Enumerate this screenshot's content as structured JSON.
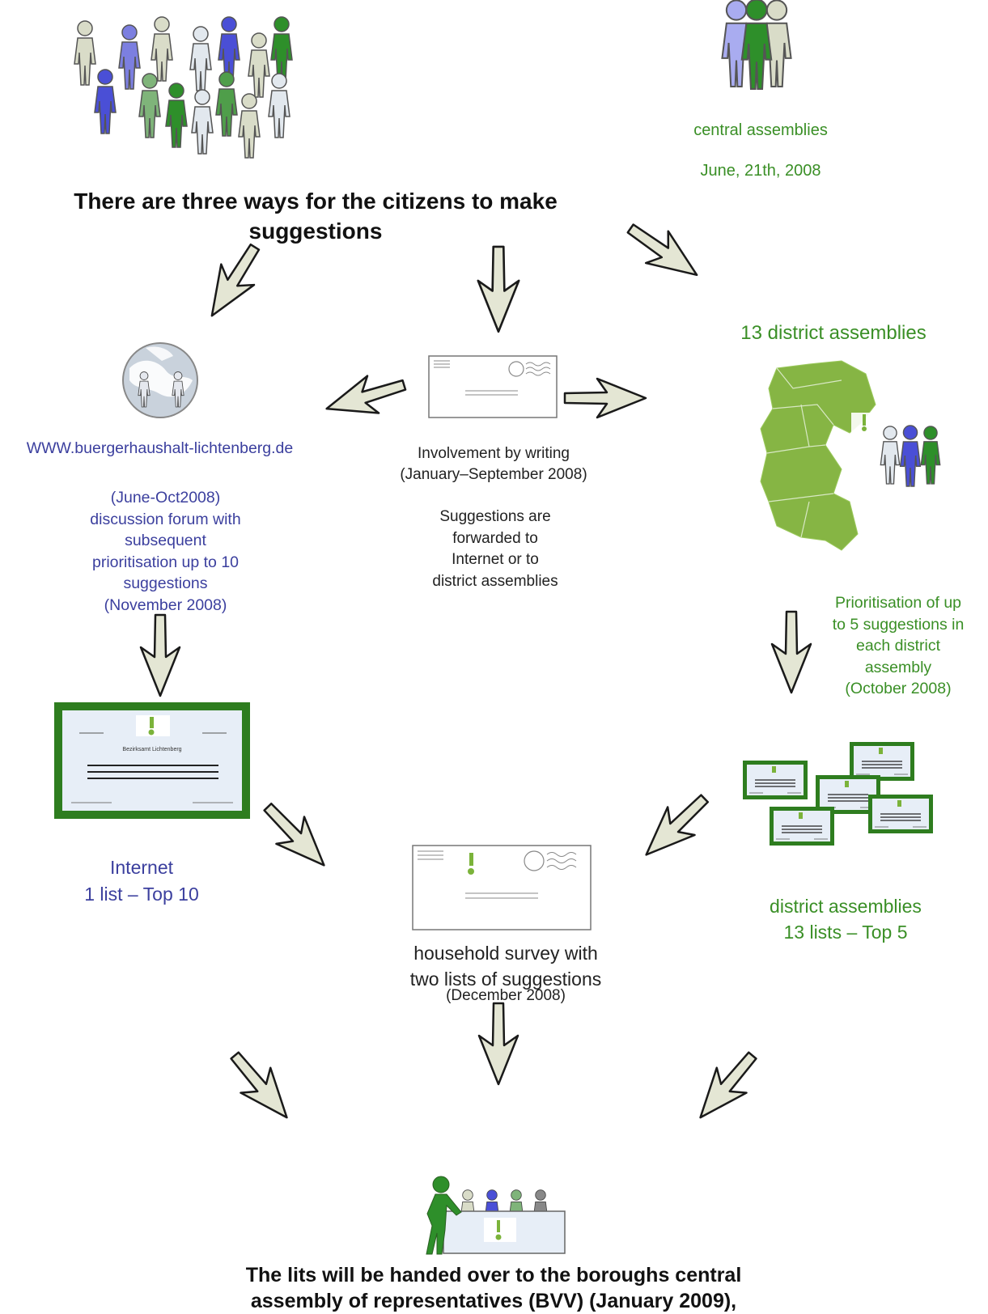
{
  "title": "There are three ways for the citizens to make\nsuggestions",
  "central": {
    "label": "central assemblies",
    "date": "June, 21th, 2008"
  },
  "district": {
    "heading": "13 district assemblies"
  },
  "internet": {
    "url": "WWW.buergerhaushalt-lichtenberg.de",
    "description": "(June-Oct2008)\ndiscussion forum with\nsubsequent\nprioritisation up to 10\nsuggestions\n(November 2008)",
    "certificate_label": "Bezirksamt Lichtenberg",
    "result": "Internet\n1 list – Top 10"
  },
  "writing": {
    "label": "Involvement by writing\n(January–September 2008)",
    "note": "Suggestions are\nforwarded to\nInternet or to\ndistrict assemblies"
  },
  "district_prioritisation": "Prioritisation of up\nto 5 suggestions in\neach district\nassembly\n(October 2008)",
  "district_result": "district assemblies\n13 lists – Top 5",
  "survey": {
    "label": "household survey with\ntwo lists of suggestions",
    "date": "(December 2008)"
  },
  "final": "The lits will be handed over to the boroughs central\nassembly of representatives (BVV) (January 2009),",
  "colors": {
    "blue": "#3b3f9e",
    "green": "#3a8f26",
    "arrow_fill": "#e4e6d4",
    "frame_green": "#2e7d1f",
    "map_green": "#86b544"
  },
  "icons": [
    "people-crowd-icon",
    "people-group-icon",
    "globe-icon",
    "envelope-icon",
    "district-map-icon",
    "certificate-icon",
    "certificate-stack-icon",
    "survey-envelope-icon",
    "assembly-table-icon",
    "arrow-icon"
  ]
}
